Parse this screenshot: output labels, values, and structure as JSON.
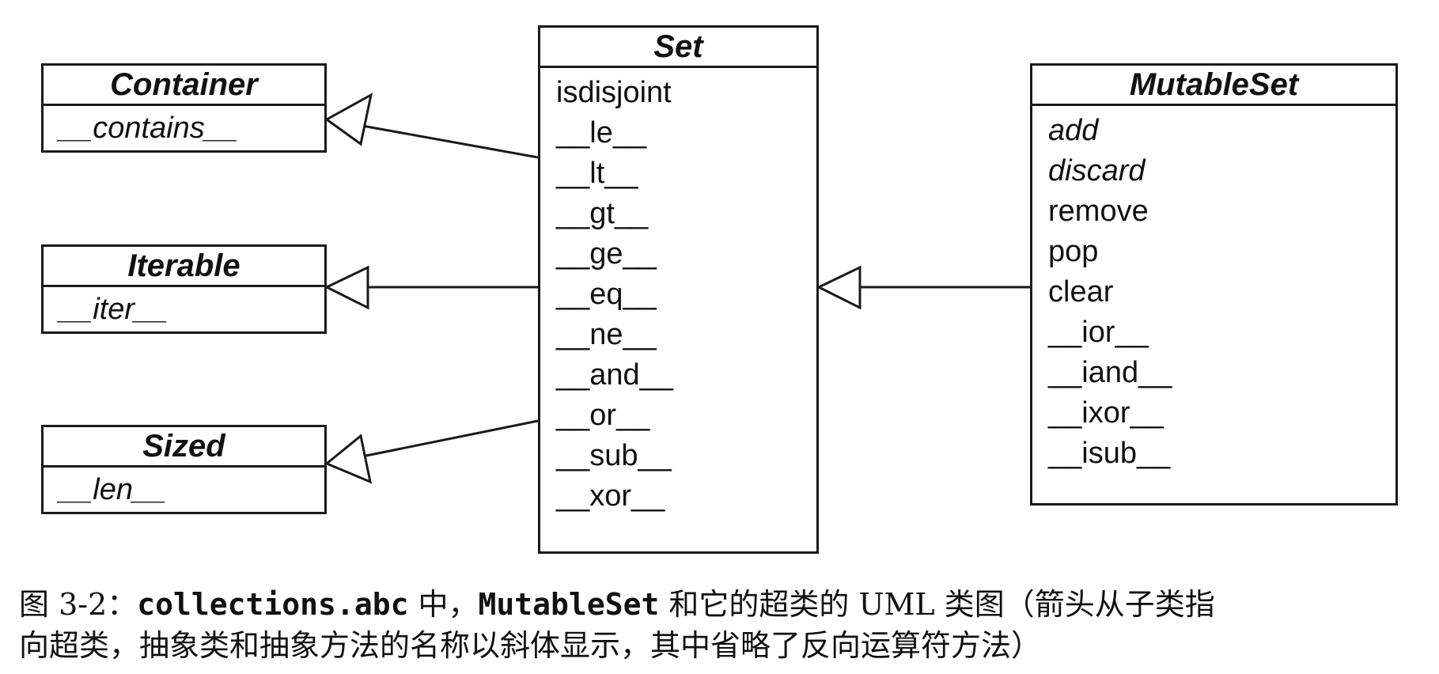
{
  "diagram": {
    "container": {
      "title": "Container",
      "methods": [
        "__contains__"
      ]
    },
    "iterable": {
      "title": "Iterable",
      "methods": [
        "__iter__"
      ]
    },
    "sized": {
      "title": "Sized",
      "methods": [
        "__len__"
      ]
    },
    "set": {
      "title": "Set",
      "methods": [
        "isdisjoint",
        "__le__",
        "__lt__",
        "__gt__",
        "__ge__",
        "__eq__",
        "__ne__",
        "__and__",
        "__or__",
        "__sub__",
        "__xor__"
      ]
    },
    "mutableset": {
      "title": "MutableSet",
      "methods": [
        "add",
        "discard",
        "remove",
        "pop",
        "clear",
        "__ior__",
        "__iand__",
        "__ixor__",
        "__isub__"
      ]
    }
  },
  "caption": {
    "prefix": "图 3-2：",
    "code1": "collections.abc",
    "mid1": " 中，",
    "code2": "MutableSet",
    "rest_line1": " 和它的超类的 UML 类图（箭头从子类指",
    "line2": "向超类，抽象类和抽象方法的名称以斜体显示，其中省略了反向运算符方法）"
  }
}
